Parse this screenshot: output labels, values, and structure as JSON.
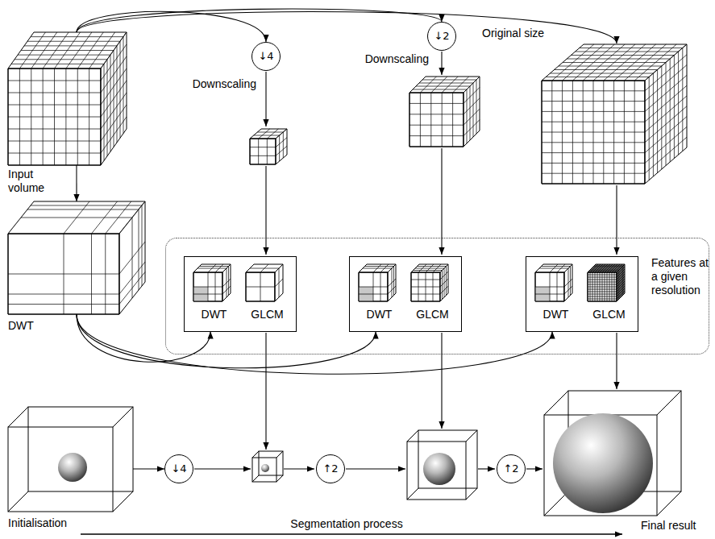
{
  "diagram": {
    "nodes": [
      {
        "text": [
          "Input volume"
        ]
      },
      {
        "text": [
          "↓4"
        ]
      },
      {
        "text": [
          "↓2"
        ]
      },
      {
        "text": [
          "DWT"
        ]
      },
      {
        "text": [
          "Features at a given resolution"
        ]
      },
      {
        "text": [
          "DWT",
          "GLCM"
        ],
        "in": 4
      },
      {
        "text": [
          "DWT",
          "GLCM"
        ],
        "in": 4
      },
      {
        "text": [
          "DWT",
          "GLCM"
        ],
        "in": 4
      },
      {
        "text": [
          "Initialisation"
        ]
      },
      {
        "text": [
          "↓4"
        ]
      },
      {
        "text": [
          "↑2"
        ]
      },
      {
        "text": [
          "↑2"
        ]
      },
      {
        "text": [
          "Final result"
        ]
      }
    ],
    "edges": [
      {
        "from": 0,
        "to": 1,
        "arrow": "to"
      },
      {
        "from": 0,
        "to": 2,
        "arrow": "to"
      },
      {
        "from": 0,
        "to": 3,
        "arrow": "to"
      },
      {
        "from": 3,
        "to": 5,
        "arrow": "to"
      },
      {
        "from": 3,
        "to": 6,
        "arrow": "to"
      },
      {
        "from": 3,
        "to": 7,
        "arrow": "to"
      },
      {
        "from": 8,
        "to": 9,
        "arrow": "to"
      }
    ],
    "labels": [
      "Downscaling",
      "Downscaling",
      "Original size",
      "Segmentation process"
    ]
  }
}
